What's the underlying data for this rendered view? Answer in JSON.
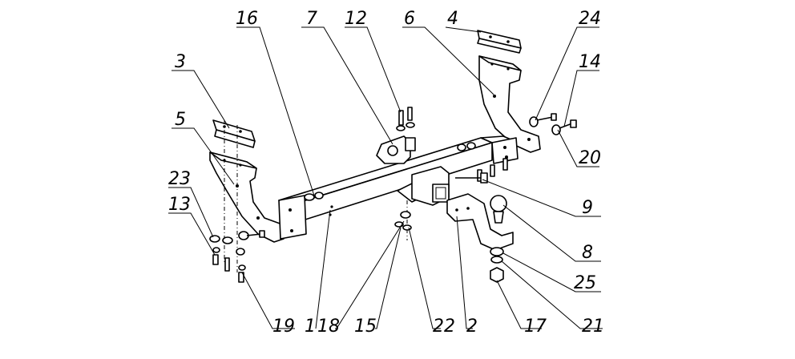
{
  "callouts": [
    "16",
    "7",
    "12",
    "6",
    "4",
    "24",
    "14",
    "3",
    "5",
    "20",
    "23",
    "13",
    "9",
    "8",
    "25",
    "19",
    "1",
    "18",
    "15",
    "22",
    "2",
    "17",
    "21"
  ]
}
